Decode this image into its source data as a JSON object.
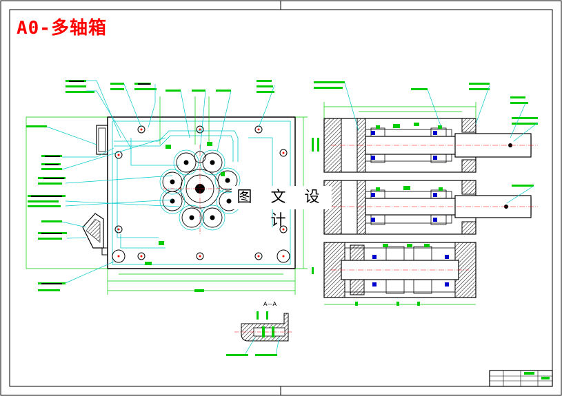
{
  "title": "A0-多轴箱",
  "watermark": "图 文 设 计",
  "colors": {
    "frame": "#000000",
    "outline": "#000000",
    "annotation": "#00cc00",
    "leader": "#00c8c8",
    "axis": "#ff0000",
    "shaft_fill": "#ffffff",
    "hatch": "#000000",
    "title": "#ff0000"
  },
  "components": {
    "main_view": "gearbox-front-view",
    "section_upper": "shaft-section-upper",
    "section_middle": "shaft-section-middle",
    "section_lower": "shaft-section-lower",
    "detail_view": "section-a-a-detail",
    "title_block": "title-block"
  },
  "section_mark": "A—A"
}
